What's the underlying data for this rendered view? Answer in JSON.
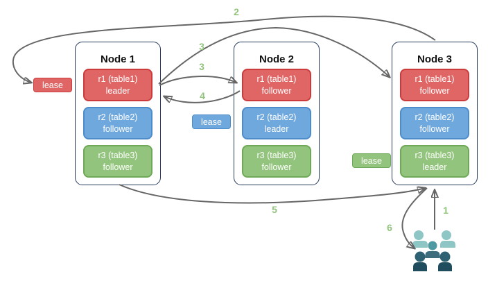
{
  "colors": {
    "red_fill": "#e06666",
    "red_border": "#cc3b3b",
    "blue_fill": "#6fa8dc",
    "blue_border": "#4c8ccb",
    "green_fill": "#93c47d",
    "green_border": "#6da956",
    "node_border": "#24395c",
    "arrow": "#666666",
    "step_label": "#93c47d",
    "people_light": "#8ec6c6",
    "people_mid": "#4f99a3",
    "people_mid_dark": "#3e6e7d",
    "people_dark_head": "#2e6171",
    "people_dark_body": "#1f4d5d"
  },
  "nodes": [
    {
      "title": "Node 1",
      "replicas": [
        {
          "name": "r1 (table1)",
          "role": "leader",
          "color": "red"
        },
        {
          "name": "r2 (table2)",
          "role": "follower",
          "color": "blue"
        },
        {
          "name": "r3 (table3)",
          "role": "follower",
          "color": "green"
        }
      ]
    },
    {
      "title": "Node 2",
      "replicas": [
        {
          "name": "r1 (table1)",
          "role": "follower",
          "color": "red"
        },
        {
          "name": "r2 (table2)",
          "role": "leader",
          "color": "blue"
        },
        {
          "name": "r3 (table3)",
          "role": "follower",
          "color": "green"
        }
      ]
    },
    {
      "title": "Node 3",
      "replicas": [
        {
          "name": "r1 (table1)",
          "role": "follower",
          "color": "red"
        },
        {
          "name": "r2 (table2)",
          "role": "follower",
          "color": "blue"
        },
        {
          "name": "r3 (table3)",
          "role": "leader",
          "color": "green"
        }
      ]
    }
  ],
  "leases": [
    {
      "label": "lease",
      "color": "red"
    },
    {
      "label": "lease",
      "color": "blue"
    },
    {
      "label": "lease",
      "color": "green"
    }
  ],
  "steps": {
    "step1": "1",
    "step2": "2",
    "step3a": "3",
    "step3b": "3",
    "step4": "4",
    "step5": "5",
    "step6": "6"
  },
  "clients_icon": "users-group-icon"
}
